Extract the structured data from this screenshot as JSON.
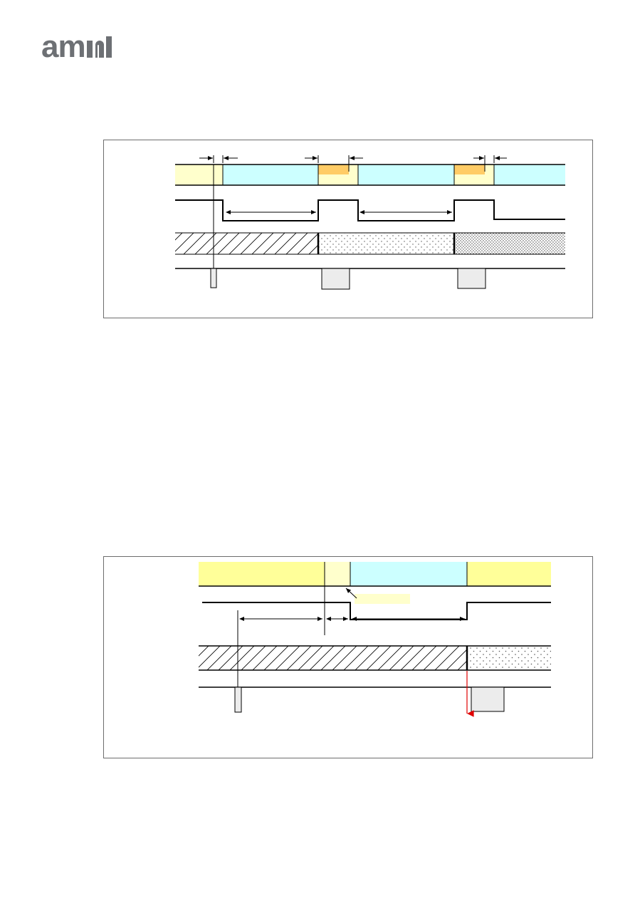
{
  "header": {
    "logo_text": "am",
    "logo_alt": "ams logo"
  },
  "colors": {
    "phase_yellow": "#ffffcc",
    "phase_cyan": "#ccffff",
    "phase_orange": "#ffcc66",
    "frame_border": "#6d6d6d",
    "logo_grey": "#6d7074",
    "marker_red": "#e00000",
    "pulse_box_fill": "#ececec"
  },
  "figures": [
    {
      "name": "timing-diagram-1",
      "labels": []
    },
    {
      "name": "timing-diagram-2",
      "labels": []
    }
  ]
}
